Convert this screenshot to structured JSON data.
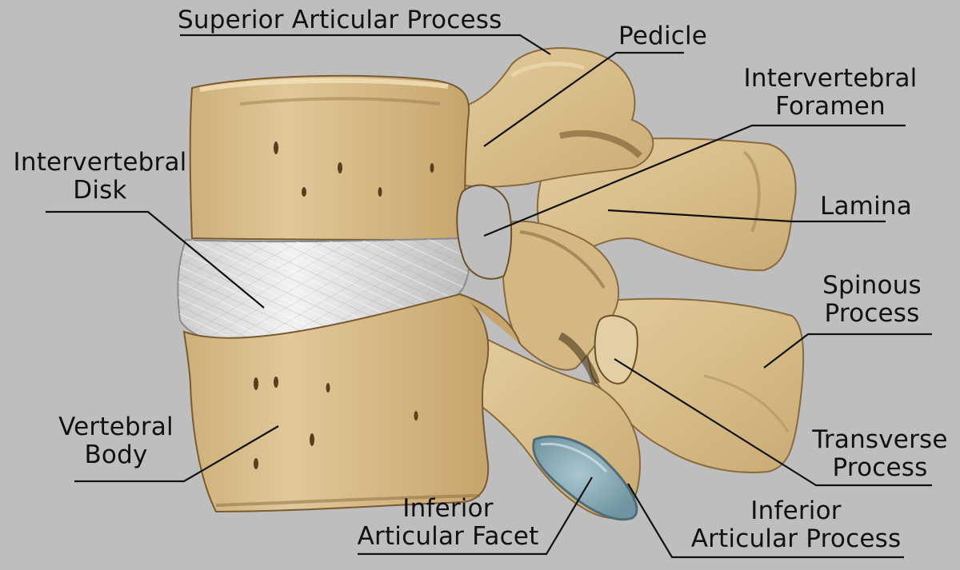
{
  "diagram": {
    "labels": {
      "superior_articular_process": "Superior Articular Process",
      "pedicle": "Pedicle",
      "intervertebral_foramen": [
        "Intervertebral",
        "Foramen"
      ],
      "intervertebral_disk": [
        "Intervertebral",
        "Disk"
      ],
      "lamina": "Lamina",
      "spinous_process": [
        "Spinous",
        "Process"
      ],
      "vertebral_body": [
        "Vertebral",
        "Body"
      ],
      "transverse_process": [
        "Transverse",
        "Process"
      ],
      "inferior_articular_facet": [
        "Inferior",
        "Articular Facet"
      ],
      "inferior_articular_process": [
        "Inferior",
        "Articular Process"
      ]
    },
    "colors": {
      "background": "#bebebe",
      "bone": "#dcc494",
      "bone_shadow": "#8a6a3c",
      "disk": "#e6e6e6",
      "facet": "#8fb2bf",
      "line": "#111111"
    }
  }
}
